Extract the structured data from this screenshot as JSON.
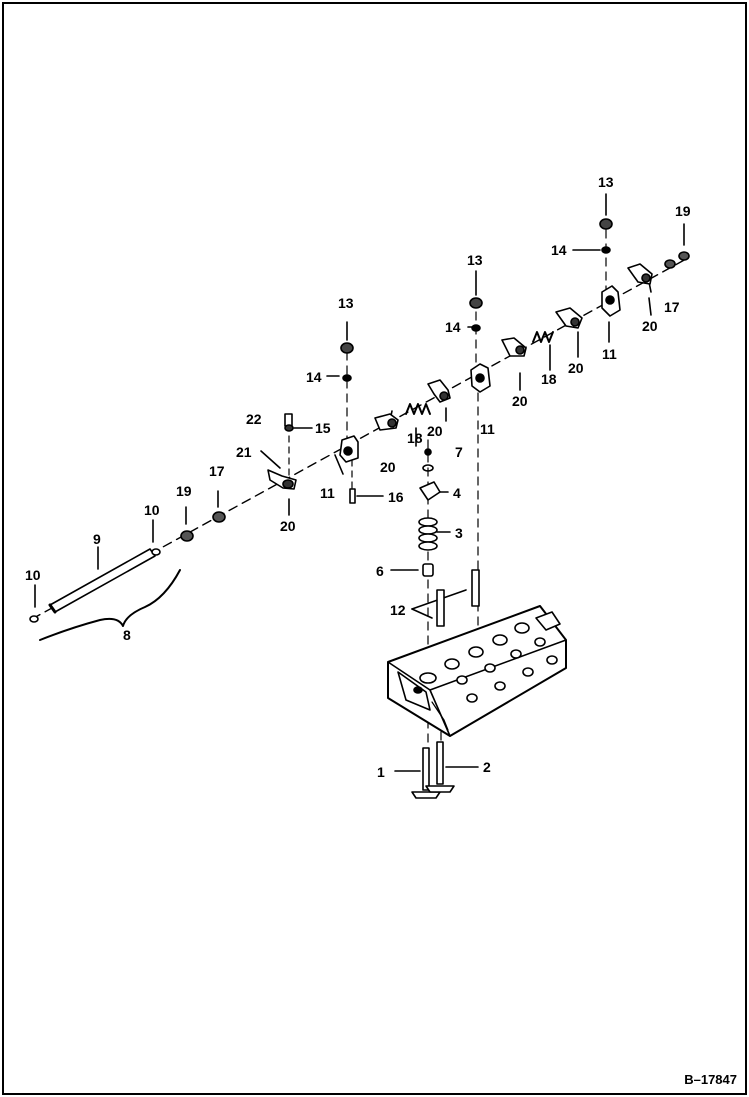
{
  "diagram": {
    "reference_code": "B–17847",
    "callouts": {
      "c1": "1",
      "c2": "2",
      "c3": "3",
      "c4": "4",
      "c6": "6",
      "c7": "7",
      "c8": "8",
      "c9": "9",
      "c10a": "10",
      "c10b": "10",
      "c11a": "11",
      "c11b": "11",
      "c11c": "11",
      "c12": "12",
      "c13a": "13",
      "c13b": "13",
      "c13c": "13",
      "c14a": "14",
      "c14b": "14",
      "c14c": "14",
      "c15": "15",
      "c16": "16",
      "c17a": "17",
      "c17b": "17",
      "c18a": "18",
      "c18b": "18",
      "c19a": "19",
      "c19b": "19",
      "c20a": "20",
      "c20b": "20",
      "c20c": "20",
      "c20d": "20",
      "c20e": "20",
      "c20f": "20",
      "c21": "21",
      "c22": "22"
    },
    "colors": {
      "ink": "#000000",
      "paper": "#ffffff",
      "shade": "#8a8a8a"
    }
  }
}
